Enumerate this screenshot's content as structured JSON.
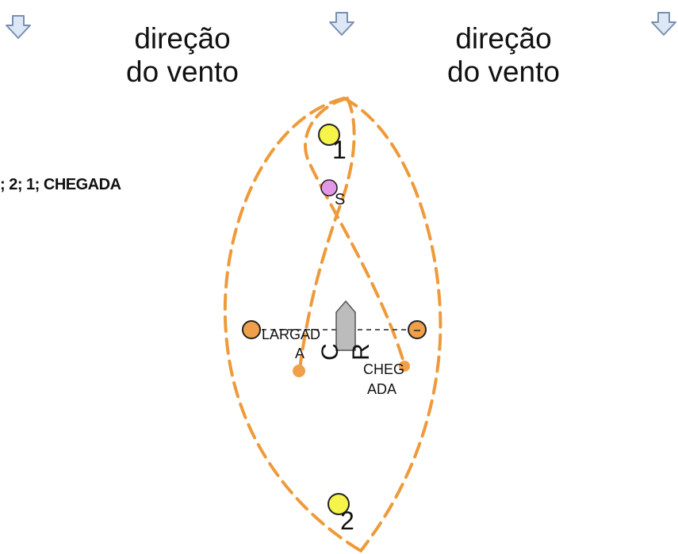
{
  "wind": {
    "left": {
      "line1": "direção",
      "line2": "do vento"
    },
    "right": {
      "line1": "direção",
      "line2": "do vento"
    }
  },
  "course_sequence": "; 2; 1; CHEGADA",
  "marks": {
    "mark1": {
      "label": "1",
      "color": "#f6f34a"
    },
    "mark_s": {
      "label": "S",
      "color": "#e497e6"
    },
    "mark2": {
      "label": "2",
      "color": "#f6f34a"
    }
  },
  "start_line": {
    "label_line1": "LARGAD",
    "label_line2": "A"
  },
  "finish_line": {
    "label_line1": "CHEG",
    "label_line2": "ADA"
  },
  "committee_boat": {
    "letters": [
      "C",
      "R"
    ],
    "color": "#bcbcbc"
  },
  "colors": {
    "course_line": "#ef9a3a",
    "buoy": "#f0a04a",
    "arrow_fill": "#dde8f6",
    "arrow_stroke": "#7a8fb0"
  },
  "icons": [
    "wind-arrow-icon"
  ]
}
